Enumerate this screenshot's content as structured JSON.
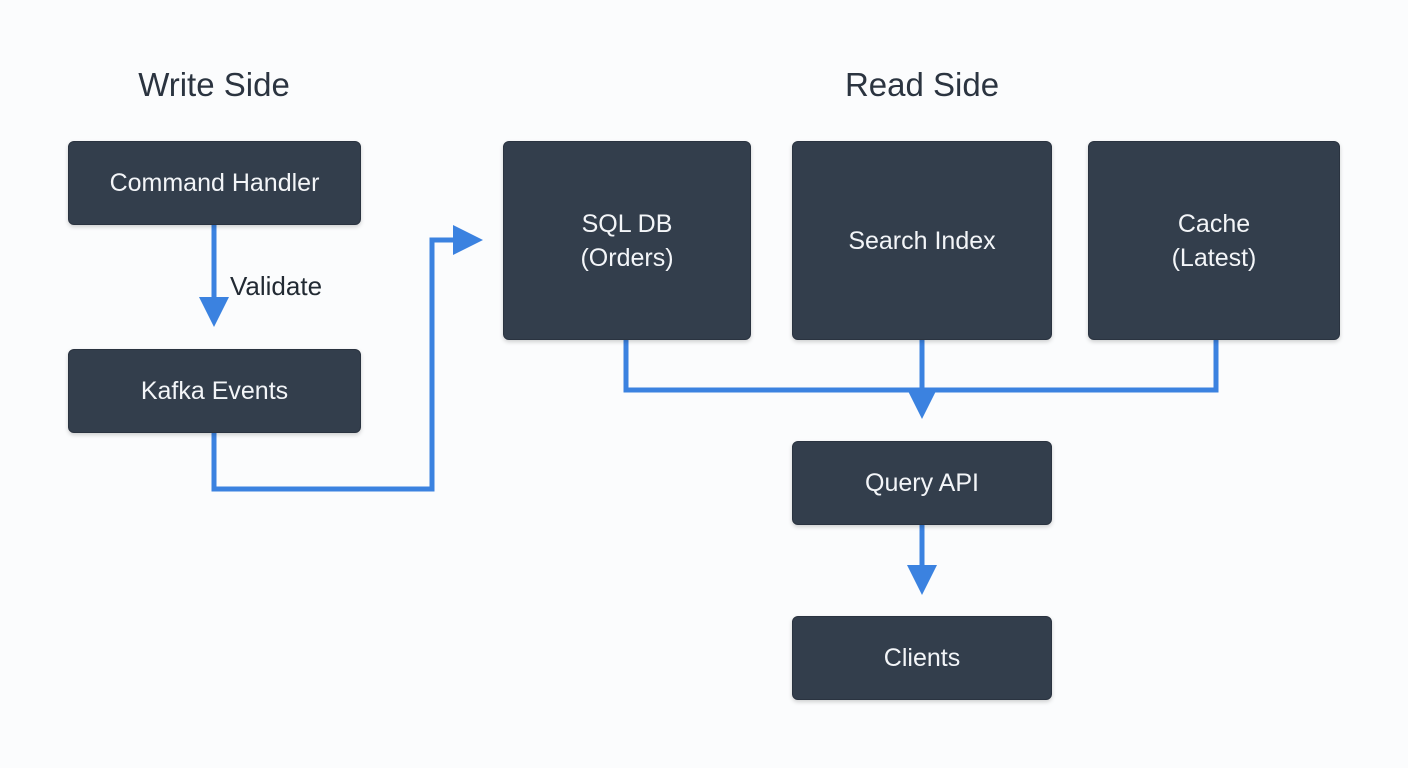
{
  "colors": {
    "background": "#fbfcfd",
    "node_fill": "#333e4c",
    "node_text": "#f3f5f8",
    "arrow": "#3b82e0",
    "title_text": "#2b3440"
  },
  "sections": {
    "write_title": "Write Side",
    "read_title": "Read Side"
  },
  "nodes": {
    "command_handler": "Command Handler",
    "kafka_events": "Kafka Events",
    "sql_db": "SQL DB\n(Orders)",
    "search_index": "Search Index",
    "cache": "Cache\n(Latest)",
    "query_api": "Query API",
    "clients": "Clients"
  },
  "edges": {
    "validate_label": "Validate"
  }
}
